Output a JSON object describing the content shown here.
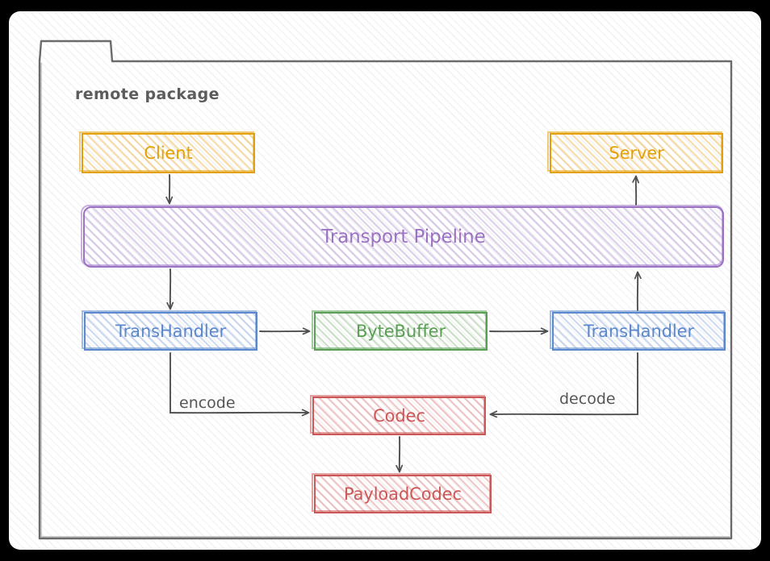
{
  "diagram": {
    "package": {
      "label": "remote package"
    },
    "nodes": [
      {
        "id": "client",
        "label": "Client",
        "color": "#e3a008"
      },
      {
        "id": "server",
        "label": "Server",
        "color": "#e3a008"
      },
      {
        "id": "transport",
        "label": "Transport Pipeline",
        "color": "#9b72c4"
      },
      {
        "id": "transhandler-left",
        "label": "TransHandler",
        "color": "#5b87cc"
      },
      {
        "id": "bytebuffer",
        "label": "ByteBuffer",
        "color": "#5a9e55"
      },
      {
        "id": "transhandler-right",
        "label": "TransHandler",
        "color": "#5b87cc"
      },
      {
        "id": "codec",
        "label": "Codec",
        "color": "#cc5757"
      },
      {
        "id": "payloadcodec",
        "label": "PayloadCodec",
        "color": "#cc5757"
      }
    ],
    "edges": [
      {
        "from": "client",
        "to": "transport",
        "label": ""
      },
      {
        "from": "transport",
        "to": "transhandler-left",
        "label": ""
      },
      {
        "from": "transhandler-left",
        "to": "bytebuffer",
        "label": ""
      },
      {
        "from": "bytebuffer",
        "to": "transhandler-right",
        "label": ""
      },
      {
        "from": "transhandler-right",
        "to": "transport",
        "label": ""
      },
      {
        "from": "transport",
        "to": "server",
        "label": ""
      },
      {
        "from": "transhandler-left",
        "to": "codec",
        "label": "encode"
      },
      {
        "from": "transhandler-right",
        "to": "codec",
        "label": "decode"
      },
      {
        "from": "codec",
        "to": "payloadcodec",
        "label": ""
      }
    ],
    "edge_labels": {
      "encode": "encode",
      "decode": "decode"
    }
  }
}
